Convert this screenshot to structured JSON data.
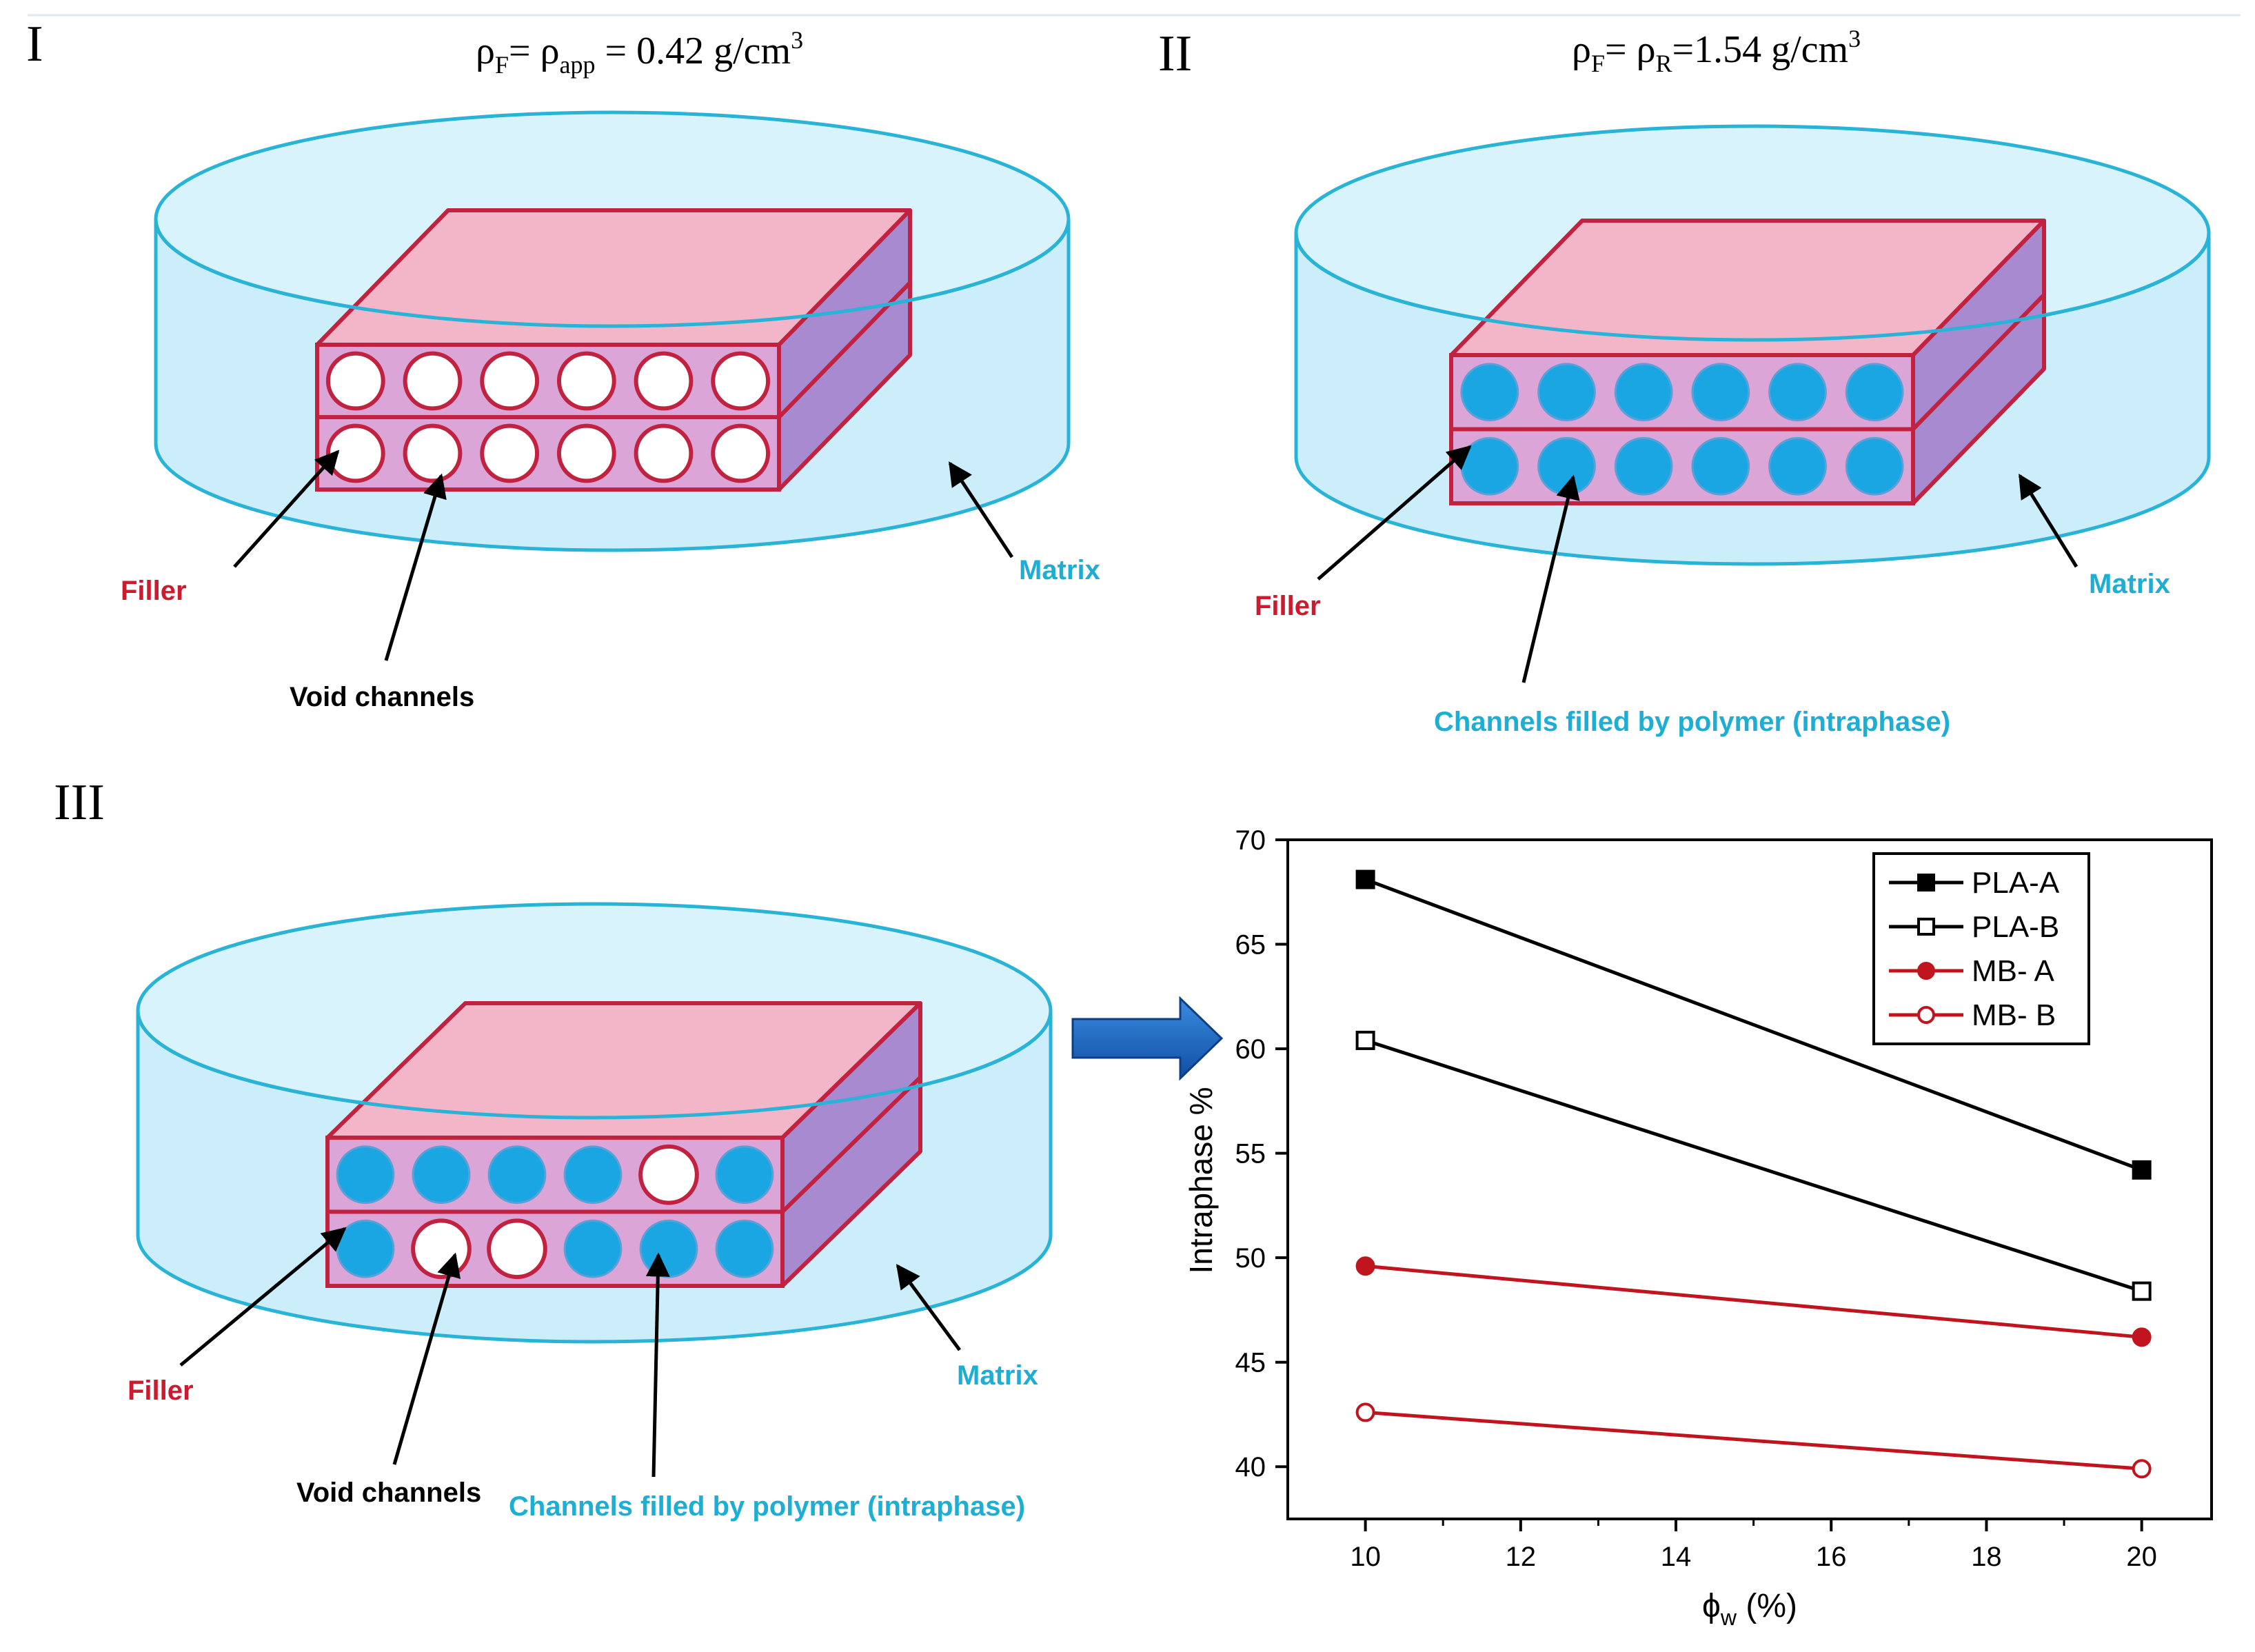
{
  "colors": {
    "matrix_fill": "#cbeefa",
    "matrix_stroke": "#29b3d6",
    "filler_face": "#f2b6c8",
    "filler_front": "#dca5d8",
    "filler_side": "#a78ad0",
    "filler_stroke": "#c0223f",
    "channel_filled": "#1aa6e2",
    "filler_label": "#cc1b2e",
    "matrix_label": "#1faed3",
    "arrow": "#1f6fc4"
  },
  "panel_I": {
    "numeral": "I",
    "density_rho_f": "ρ",
    "density_sub_f": "F",
    "density_eq1": "= ρ",
    "density_sub_app": "app",
    "density_value": " = 0.42 g/cm",
    "density_sup": "3",
    "filler_label": "Filler",
    "matrix_label": "Matrix",
    "void_label": "Void channels",
    "top_row_channels": [
      "void",
      "void",
      "void",
      "void",
      "void",
      "void"
    ],
    "bottom_row_channels": [
      "void",
      "void",
      "void",
      "void",
      "void",
      "void"
    ]
  },
  "panel_II": {
    "numeral": "II",
    "density_rho_f": "ρ",
    "density_sub_f": "F",
    "density_eq1": "= ρ",
    "density_sub_r": "R",
    "density_value": "=1.54 g/cm",
    "density_sup": "3",
    "filler_label": "Filler",
    "matrix_label": "Matrix",
    "filled_label": "Channels filled by polymer (intraphase)",
    "top_row_channels": [
      "filled",
      "filled",
      "filled",
      "filled",
      "filled",
      "filled"
    ],
    "bottom_row_channels": [
      "filled",
      "filled",
      "filled",
      "filled",
      "filled",
      "filled"
    ]
  },
  "panel_III": {
    "numeral": "III",
    "filler_label": "Filler",
    "matrix_label": "Matrix",
    "void_label": "Void channels",
    "filled_label": "Channels filled by polymer (intraphase)",
    "top_row_channels": [
      "filled",
      "filled",
      "filled",
      "filled",
      "void",
      "filled"
    ],
    "bottom_row_channels": [
      "filled",
      "void",
      "void",
      "filled",
      "filled",
      "filled"
    ]
  },
  "chart_data": {
    "type": "line",
    "title": "",
    "xlabel_symbol": "ϕ",
    "xlabel_sub": "w",
    "xlabel_rest": " (%)",
    "ylabel": "Intraphase %",
    "xlim": [
      9,
      20.9
    ],
    "ylim": [
      37.5,
      70
    ],
    "xticks": [
      10,
      12,
      14,
      16,
      18,
      20
    ],
    "yticks": [
      40,
      45,
      50,
      55,
      60,
      65,
      70
    ],
    "grid": false,
    "legend_position": "top-right",
    "series": [
      {
        "name": "PLA-A",
        "color": "#000000",
        "marker": "square",
        "filled": true,
        "x": [
          10,
          20
        ],
        "y": [
          68.1,
          54.2
        ]
      },
      {
        "name": "PLA-B",
        "color": "#000000",
        "marker": "square",
        "filled": false,
        "x": [
          10,
          20
        ],
        "y": [
          60.4,
          48.4
        ]
      },
      {
        "name": "MB- A",
        "color": "#c0151f",
        "marker": "circle",
        "filled": true,
        "x": [
          10,
          20
        ],
        "y": [
          49.6,
          46.2
        ]
      },
      {
        "name": "MB- B",
        "color": "#c0151f",
        "marker": "circle",
        "filled": false,
        "x": [
          10,
          20
        ],
        "y": [
          42.6,
          39.9
        ]
      }
    ]
  }
}
